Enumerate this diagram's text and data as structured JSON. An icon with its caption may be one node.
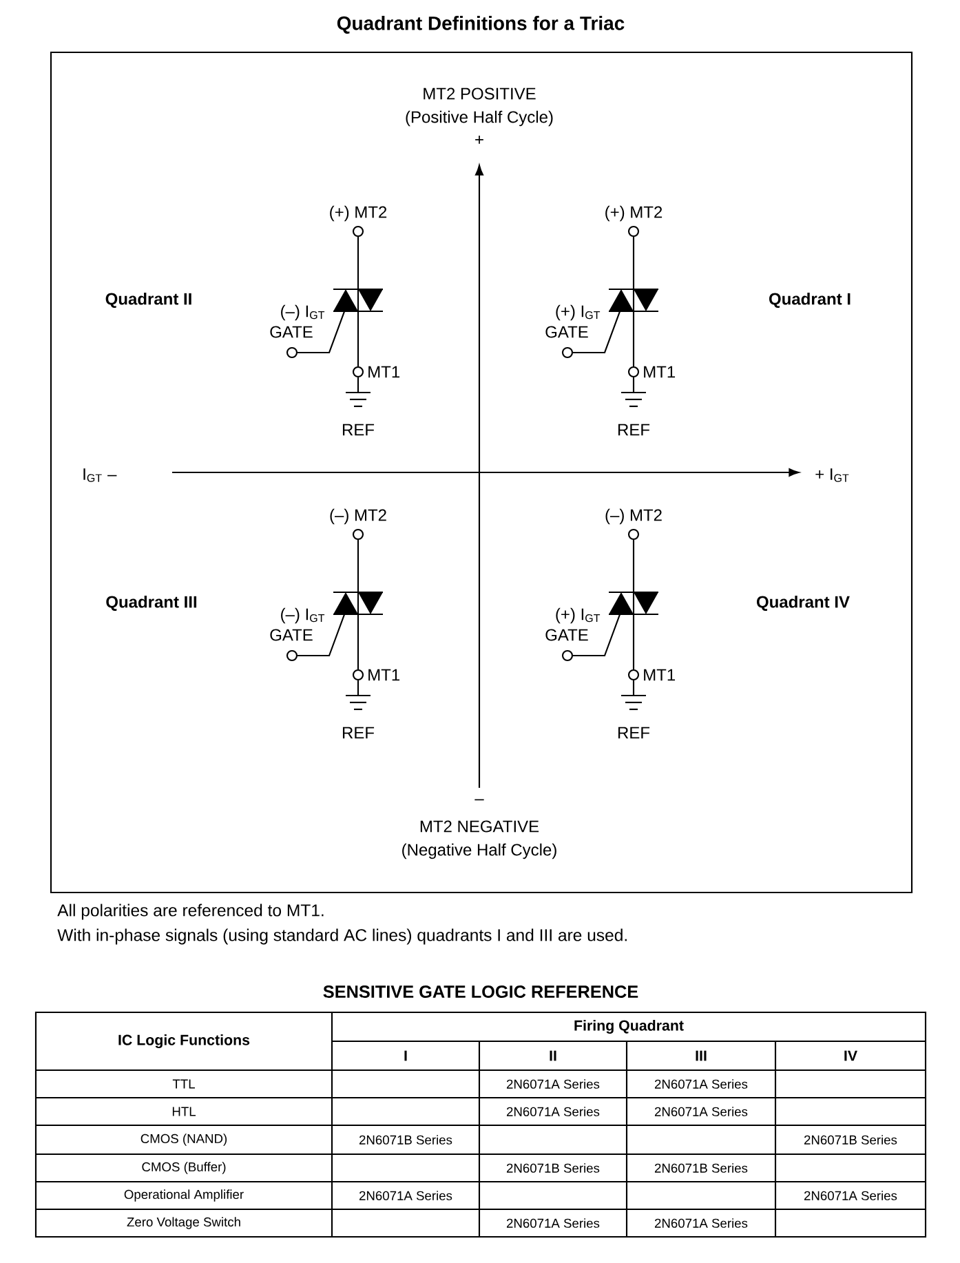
{
  "diagram": {
    "title": "Quadrant Definitions for a Triac",
    "labels": [
      "MT2 POSITIVE",
      "(Positive Half Cycle)",
      "+",
      "(+) MT2",
      "Quadrant II",
      "(–) I$_{GT}$",
      "GATE",
      "MT1",
      "REF",
      "(+) MT2",
      "Quadrant I",
      "(+) I$_{GT}$",
      "GATE",
      "MT1",
      "REF",
      "I$_{GT}$ –",
      "+ I$_{GT}$",
      "(–) MT2",
      "Quadrant III",
      "(–) I$_{GT}$",
      "GATE",
      "MT1",
      "REF",
      "(–) MT2",
      "Quadrant IV",
      "(+) I$_{GT}$",
      "GATE",
      "MT1",
      "REF",
      "–",
      "MT2 NEGATIVE",
      "(Negative Half Cycle)",
      "All polarities are referenced to MT1.",
      "With in-phase signals (using standard AC lines) quadrants I and III are used.",
      "SENSITIVE GATE LOGIC REFERENCE",
      "IC Logic Functions",
      "Firing Quadrant",
      "I",
      "II",
      "III",
      "IV",
      "TTL",
      "2N6071A Series",
      "2N6071A Series",
      "HTL",
      "2N6071A Series",
      "2N6071A Series",
      "CMOS (NAND)",
      "2N6071B Series",
      "2N6071B Series",
      "CMOS (Buffer)",
      "2N6071B Series",
      "2N6071B Series",
      "Operational Amplifier",
      "2N6071A Series",
      "2N6071A Series",
      "Zero Voltage Switch",
      "2N6071A Series",
      "2N6071A Series"
    ]
  }
}
